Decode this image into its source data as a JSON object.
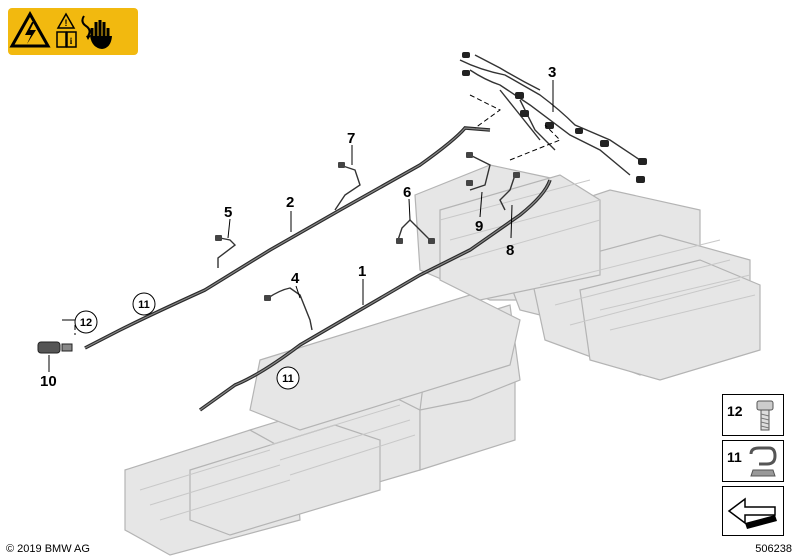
{
  "callouts": {
    "c1": "1",
    "c2": "2",
    "c3": "3",
    "c4": "4",
    "c5": "5",
    "c6": "6",
    "c7": "7",
    "c8": "8",
    "c9": "9",
    "c10": "10",
    "c11a": "11",
    "c11b": "11",
    "c12": "12"
  },
  "side_boxes": [
    {
      "number": "12",
      "icon": "bolt-icon"
    },
    {
      "number": "11",
      "icon": "clip-icon"
    },
    {
      "number": "",
      "icon": "arrow-icon"
    }
  ],
  "warning_icons": [
    "high-voltage-icon",
    "read-manual-icon",
    "no-touch-hand-icon"
  ],
  "footer": {
    "copyright": "© 2019 BMW AG",
    "diagram_number": "506238"
  },
  "colors": {
    "warning_yellow": "#f2b90f",
    "battery_gray": "#e6e6e6",
    "battery_stroke": "#b4b4b4",
    "line_dark": "#2a2a2a"
  }
}
